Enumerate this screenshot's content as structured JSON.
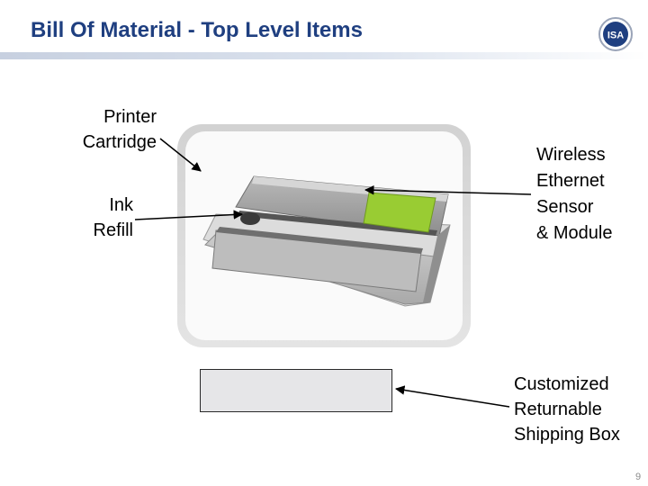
{
  "header": {
    "title": "Bill Of Material - Top Level Items",
    "logo_text": "ISA",
    "accent_color": "#1f3f80"
  },
  "labels": {
    "printer_cartridge": [
      "Printer",
      "Cartridge"
    ],
    "ink_refill": [
      "Ink",
      "Refill"
    ],
    "wireless_module": [
      "Wireless",
      "Ethernet",
      "Sensor",
      "& Module"
    ],
    "shipping_box": [
      "Customized",
      "Returnable",
      "Shipping Box"
    ]
  },
  "device": {
    "module_color": "#99cc33"
  },
  "footer": {
    "page_number": "9"
  }
}
